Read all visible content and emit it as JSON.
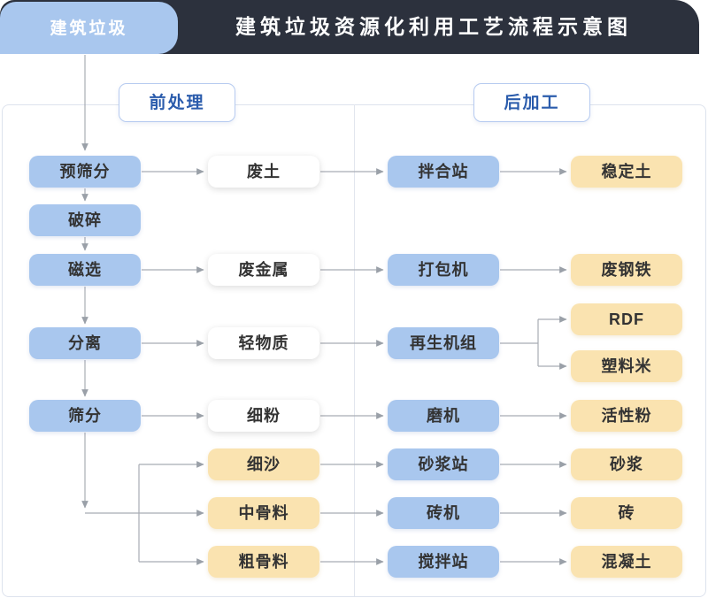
{
  "header": {
    "source_label": "建筑垃圾",
    "title": "建筑垃圾资源化利用工艺流程示意图"
  },
  "sections": {
    "pre_processing": "前处理",
    "post_processing": "后加工"
  },
  "nodes": {
    "pre_screening": "预筛分",
    "crushing": "破碎",
    "magnetic_separation": "磁选",
    "separation": "分离",
    "screening": "筛分",
    "waste_soil": "废土",
    "waste_metal": "废金属",
    "light_material": "轻物质",
    "fine_powder": "细粉",
    "fine_sand": "细沙",
    "medium_aggregate": "中骨料",
    "coarse_aggregate": "粗骨料",
    "mixing_plant": "拌合站",
    "baler": "打包机",
    "regeneration_unit": "再生机组",
    "mill": "磨机",
    "mortar_plant": "砂浆站",
    "brick_machine": "砖机",
    "concrete_plant": "搅拌站",
    "stabilized_soil": "稳定土",
    "waste_steel": "废钢铁",
    "rdf": "RDF",
    "plastic_pellets": "塑料米",
    "active_powder": "活性粉",
    "mortar": "砂浆",
    "brick": "砖",
    "concrete": "混凝土"
  },
  "edges": [
    {
      "from": "建筑垃圾",
      "to": "预筛分"
    },
    {
      "from": "预筛分",
      "to": "破碎"
    },
    {
      "from": "破碎",
      "to": "磁选"
    },
    {
      "from": "磁选",
      "to": "分离"
    },
    {
      "from": "分离",
      "to": "筛分"
    },
    {
      "from": "预筛分",
      "to": "废土"
    },
    {
      "from": "磁选",
      "to": "废金属"
    },
    {
      "from": "分离",
      "to": "轻物质"
    },
    {
      "from": "筛分",
      "to": "细粉"
    },
    {
      "from": "筛分",
      "to": "细沙"
    },
    {
      "from": "筛分",
      "to": "中骨料"
    },
    {
      "from": "筛分",
      "to": "粗骨料"
    },
    {
      "from": "废土",
      "to": "拌合站"
    },
    {
      "from": "废金属",
      "to": "打包机"
    },
    {
      "from": "轻物质",
      "to": "再生机组"
    },
    {
      "from": "细粉",
      "to": "磨机"
    },
    {
      "from": "细沙",
      "to": "砂浆站"
    },
    {
      "from": "中骨料",
      "to": "砖机"
    },
    {
      "from": "粗骨料",
      "to": "搅拌站"
    },
    {
      "from": "拌合站",
      "to": "稳定土"
    },
    {
      "from": "打包机",
      "to": "废钢铁"
    },
    {
      "from": "再生机组",
      "to": "RDF"
    },
    {
      "from": "再生机组",
      "to": "塑料米"
    },
    {
      "from": "磨机",
      "to": "活性粉"
    },
    {
      "from": "砂浆站",
      "to": "砂浆"
    },
    {
      "from": "砖机",
      "to": "砖"
    },
    {
      "from": "搅拌站",
      "to": "混凝土"
    }
  ],
  "colors": {
    "header_bg": "#2c313d",
    "process_blue": "#a9c7ee",
    "product_yellow": "#fae3b0",
    "intermediate_white": "#ffffff",
    "badge_text": "#2b5cac",
    "line_gray": "#a8acb4",
    "panel_border": "#dde3ed"
  }
}
